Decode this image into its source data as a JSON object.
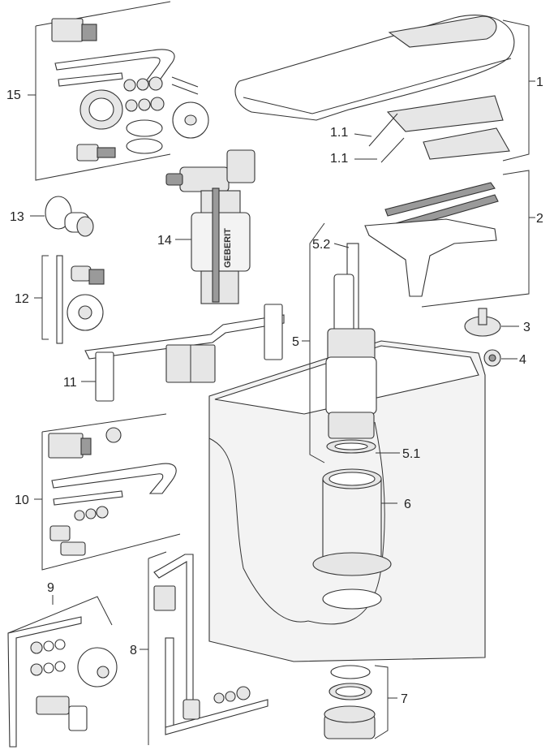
{
  "callouts": {
    "c1": "1",
    "c1_1a": "1.1",
    "c1_1b": "1.1",
    "c2": "2",
    "c3": "3",
    "c4": "4",
    "c5": "5",
    "c5_1": "5.1",
    "c5_2": "5.2",
    "c6": "6",
    "c7": "7",
    "c8": "8",
    "c9": "9",
    "c10": "10",
    "c11": "11",
    "c12": "12",
    "c13": "13",
    "c14": "14",
    "c15": "15"
  },
  "valve_brand_text": "GEBERIT",
  "colors": {
    "line": "#333333",
    "part_fill": "#e6e6e6",
    "tank_fill": "#f3f3f3",
    "dark_part": "#9a9a9a"
  }
}
